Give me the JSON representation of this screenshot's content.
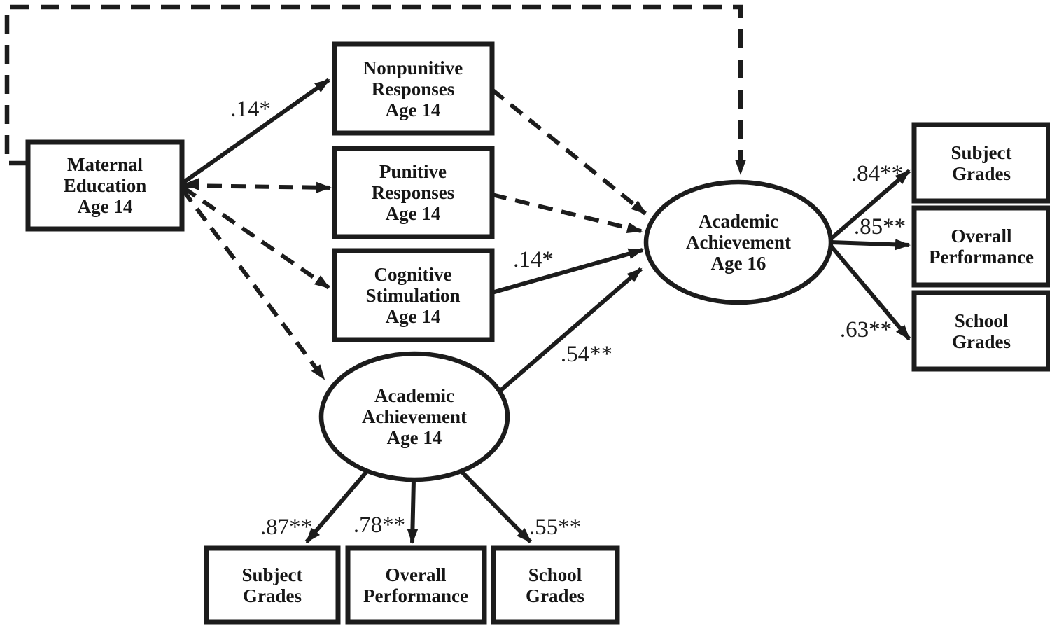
{
  "style": {
    "line_color": "#1c1c1c",
    "node_fill": "#ffffff",
    "background": "#ffffff"
  },
  "diagram": {
    "type": "structural-equation-path-model",
    "nodes": {
      "maternal_education": {
        "shape": "rect",
        "lines": [
          "Maternal",
          "Education",
          "Age 14"
        ]
      },
      "nonpunitive": {
        "shape": "rect",
        "lines": [
          "Nonpunitive",
          "Responses",
          "Age 14"
        ]
      },
      "punitive": {
        "shape": "rect",
        "lines": [
          "Punitive",
          "Responses",
          "Age 14"
        ]
      },
      "cognitive_stimulation": {
        "shape": "rect",
        "lines": [
          "Cognitive",
          "Stimulation",
          "Age 14"
        ]
      },
      "aa14": {
        "shape": "ellipse",
        "lines": [
          "Academic",
          "Achievement",
          "Age 14"
        ]
      },
      "aa16": {
        "shape": "ellipse",
        "lines": [
          "Academic",
          "Achievement",
          "Age 16"
        ]
      },
      "subject_grades_16": {
        "shape": "rect",
        "lines": [
          "Subject",
          "Grades"
        ]
      },
      "overall_performance_16": {
        "shape": "rect",
        "lines": [
          "Overall",
          "Performance"
        ]
      },
      "school_grades_16": {
        "shape": "rect",
        "lines": [
          "School",
          "Grades"
        ]
      },
      "subject_grades_14": {
        "shape": "rect",
        "lines": [
          "Subject",
          "Grades"
        ]
      },
      "overall_performance_14": {
        "shape": "rect",
        "lines": [
          "Overall",
          "Performance"
        ]
      },
      "school_grades_14": {
        "shape": "rect",
        "lines": [
          "School",
          "Grades"
        ]
      }
    },
    "paths": [
      {
        "from": "maternal_education",
        "to": "nonpunitive",
        "line": "solid",
        "coef": ".14*"
      },
      {
        "from": "maternal_education",
        "to": "punitive",
        "line": "dashed",
        "coef": ""
      },
      {
        "from": "maternal_education",
        "to": "cognitive_stimulation",
        "line": "dashed",
        "coef": ""
      },
      {
        "from": "maternal_education",
        "to": "aa14",
        "line": "dashed",
        "coef": ""
      },
      {
        "from": "maternal_education",
        "to": "aa16",
        "line": "dashed",
        "route": "around-top",
        "coef": ""
      },
      {
        "from": "nonpunitive",
        "to": "aa16",
        "line": "dashed",
        "coef": ""
      },
      {
        "from": "punitive",
        "to": "aa16",
        "line": "dashed",
        "coef": ""
      },
      {
        "from": "cognitive_stimulation",
        "to": "aa16",
        "line": "solid",
        "coef": ".14*"
      },
      {
        "from": "aa14",
        "to": "aa16",
        "line": "solid",
        "coef": ".54**"
      },
      {
        "from": "aa16",
        "to": "subject_grades_16",
        "line": "solid",
        "coef": ".84**"
      },
      {
        "from": "aa16",
        "to": "overall_performance_16",
        "line": "solid",
        "coef": ".85**"
      },
      {
        "from": "aa16",
        "to": "school_grades_16",
        "line": "solid",
        "coef": ".63**"
      },
      {
        "from": "aa14",
        "to": "subject_grades_14",
        "line": "solid",
        "coef": ".87**"
      },
      {
        "from": "aa14",
        "to": "overall_performance_14",
        "line": "solid",
        "coef": ".78**"
      },
      {
        "from": "aa14",
        "to": "school_grades_14",
        "line": "solid",
        "coef": ".55**"
      }
    ]
  }
}
